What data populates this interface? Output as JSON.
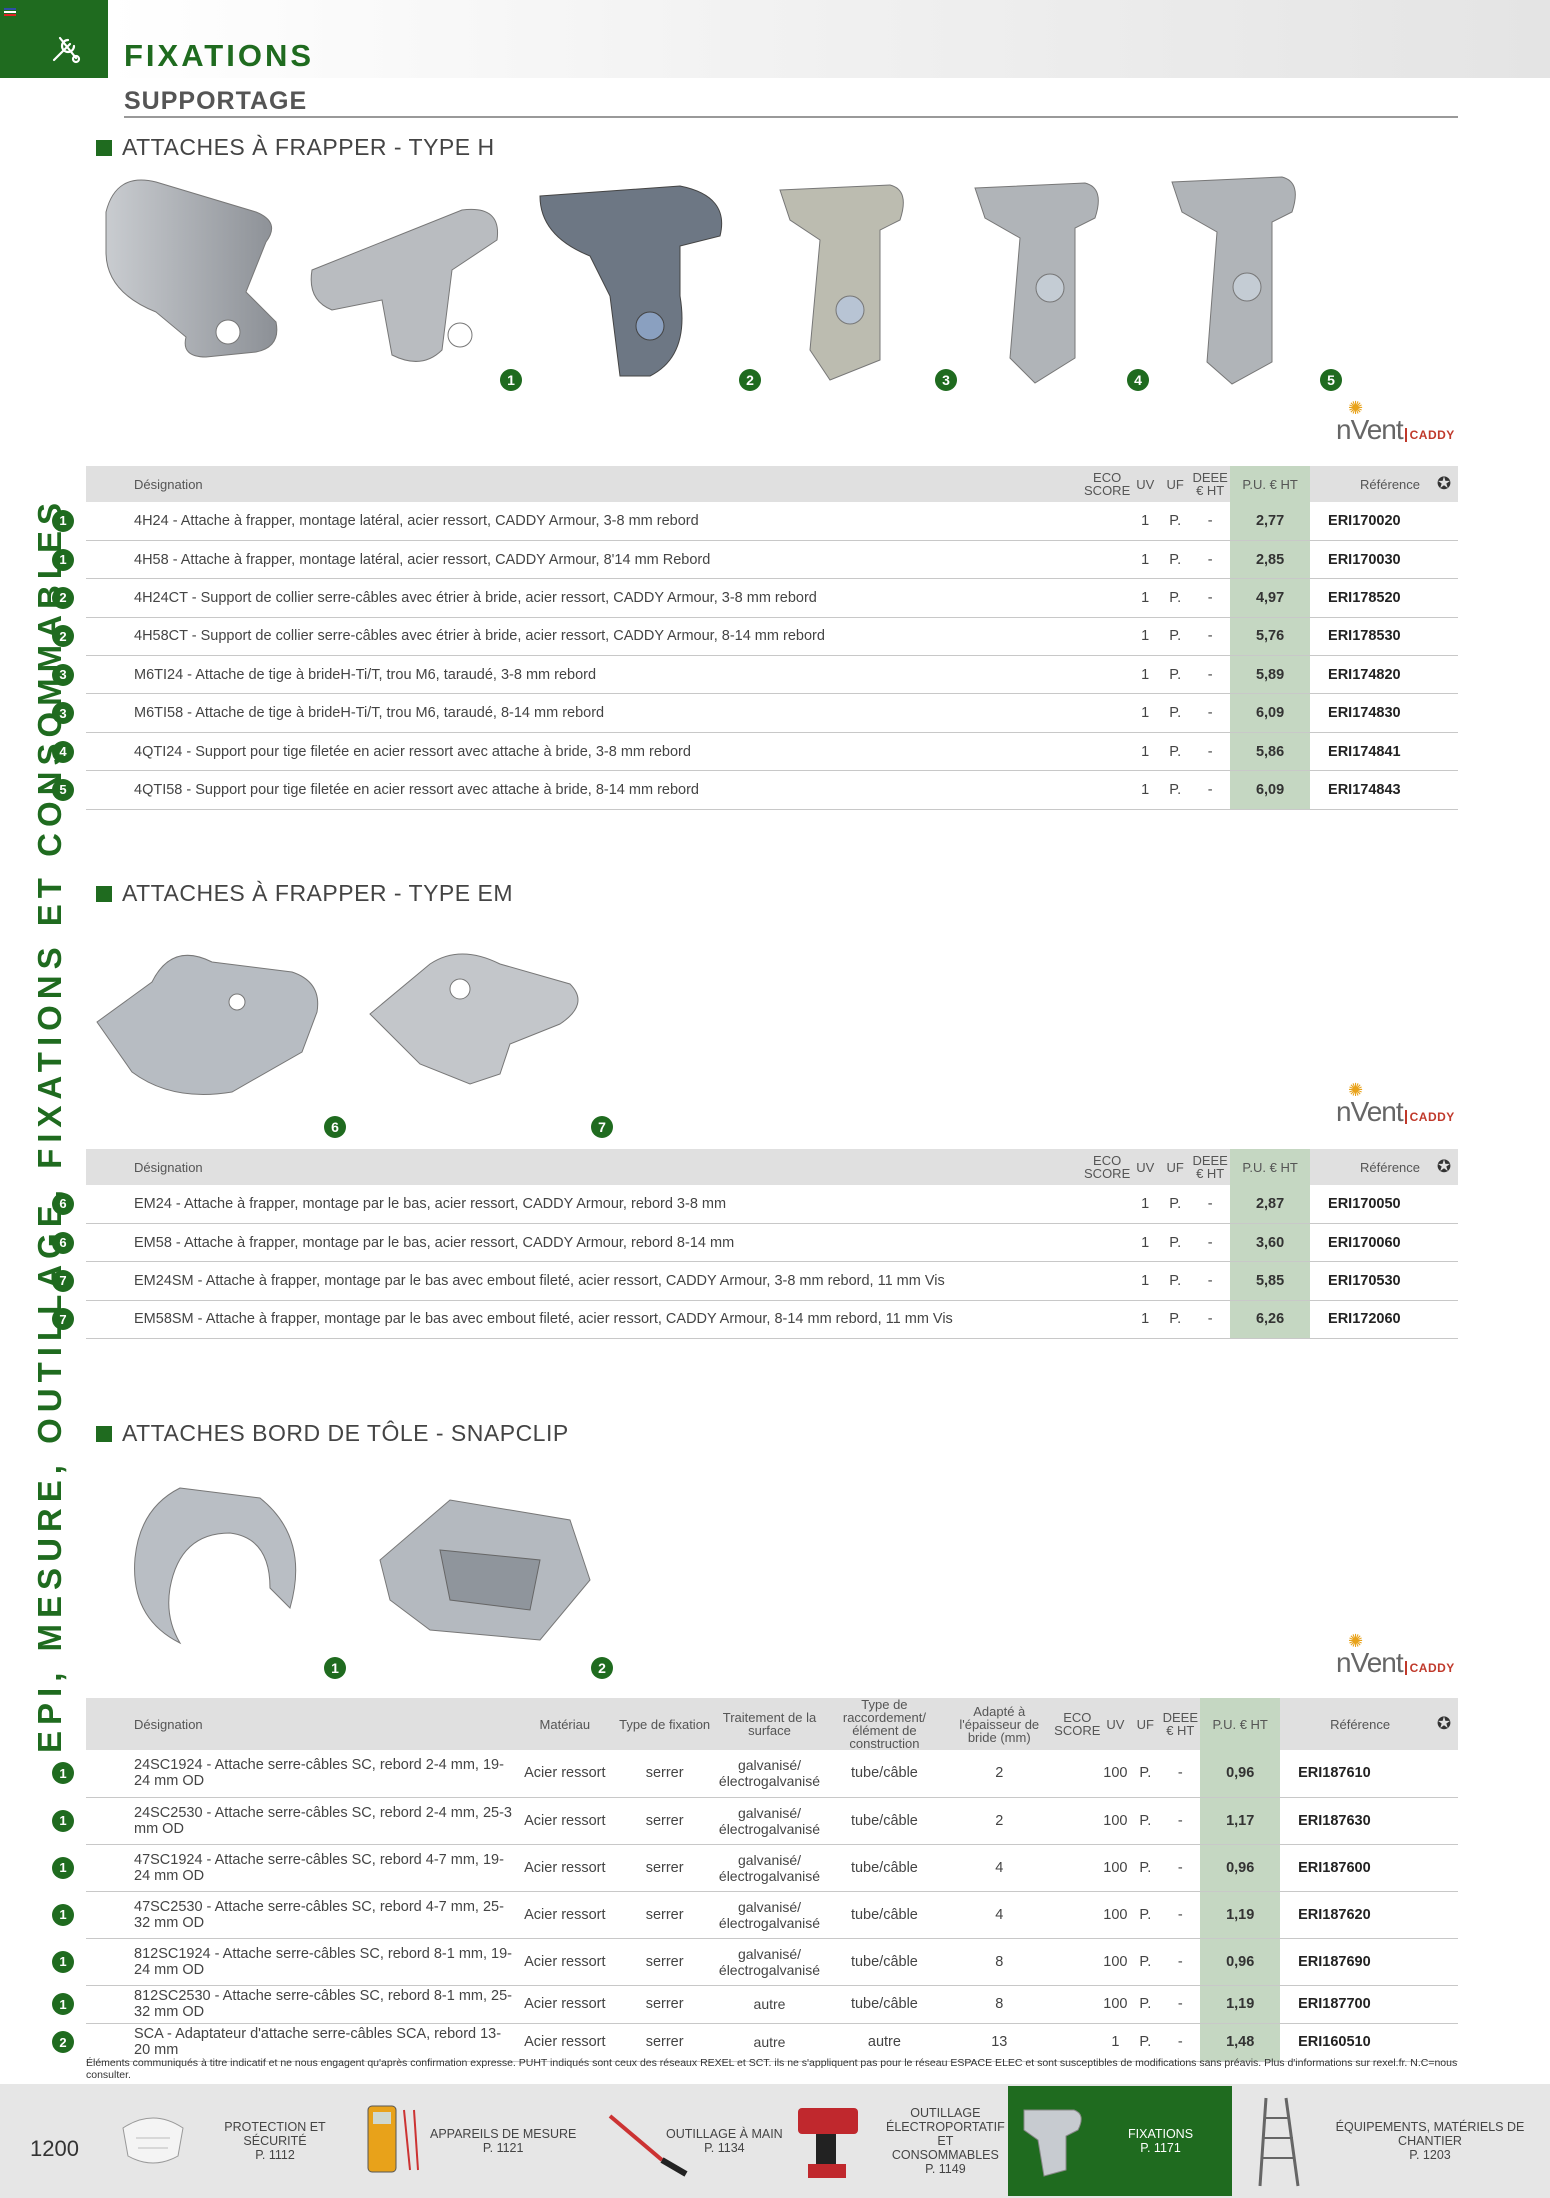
{
  "header": {
    "title": "FIXATIONS",
    "subtitle": "SUPPORTAGE",
    "side_text": "EPI, MESURE, OUTILLAGE, FIXATIONS ET CONSOMMABLES"
  },
  "colors": {
    "brand_green": "#1f6b1f",
    "price_bg": "#c5d7c2",
    "header_bg": "#e0e0e0"
  },
  "brand": {
    "name": "nVent",
    "sub": "CADDY"
  },
  "table_headers": {
    "designation": "Désignation",
    "eco_score": "ECO SCORE",
    "uv": "UV",
    "uf": "UF",
    "deee": "DEEE € HT",
    "pu": "P.U. € HT",
    "reference": "Référence",
    "materiau": "Matériau",
    "type_fixation": "Type de fixation",
    "traitement": "Traitement de la surface",
    "raccordement": "Type de raccordement/ élément de construction",
    "epaisseur": "Adapté à l'épaisseur de bride (mm)"
  },
  "section1": {
    "title": "ATTACHES À FRAPPER - TYPE H",
    "image_numbers": [
      "1",
      "2",
      "3",
      "4",
      "5"
    ],
    "rows": [
      {
        "num": "1",
        "designation": "4H24 - Attache à frapper, montage latéral, acier ressort, CADDY Armour, 3-8 mm rebord",
        "uv": "1",
        "uf": "P.",
        "deee": "-",
        "price": "2,77",
        "ref": "ERI170020"
      },
      {
        "num": "1",
        "designation": "4H58 - Attache à frapper, montage latéral, acier ressort, CADDY Armour, 8'14 mm Rebord",
        "uv": "1",
        "uf": "P.",
        "deee": "-",
        "price": "2,85",
        "ref": "ERI170030"
      },
      {
        "num": "2",
        "designation": "4H24CT - Support de collier serre-câbles avec étrier à bride, acier ressort, CADDY Armour, 3-8 mm rebord",
        "uv": "1",
        "uf": "P.",
        "deee": "-",
        "price": "4,97",
        "ref": "ERI178520"
      },
      {
        "num": "2",
        "designation": "4H58CT - Support de collier serre-câbles avec étrier à bride, acier ressort, CADDY Armour, 8-14 mm rebord",
        "uv": "1",
        "uf": "P.",
        "deee": "-",
        "price": "5,76",
        "ref": "ERI178530"
      },
      {
        "num": "3",
        "designation": "M6TI24 - Attache de tige à brideH-Ti/T, trou M6, taraudé, 3-8 mm rebord",
        "uv": "1",
        "uf": "P.",
        "deee": "-",
        "price": "5,89",
        "ref": "ERI174820"
      },
      {
        "num": "3",
        "designation": "M6TI58 - Attache de tige à brideH-Ti/T, trou M6, taraudé, 8-14 mm rebord",
        "uv": "1",
        "uf": "P.",
        "deee": "-",
        "price": "6,09",
        "ref": "ERI174830"
      },
      {
        "num": "4",
        "designation": "4QTI24 - Support pour tige filetée en acier ressort avec attache à bride, 3-8 mm rebord",
        "uv": "1",
        "uf": "P.",
        "deee": "-",
        "price": "5,86",
        "ref": "ERI174841"
      },
      {
        "num": "5",
        "designation": "4QTI58 - Support pour tige filetée en acier ressort avec attache à bride, 8-14 mm rebord",
        "uv": "1",
        "uf": "P.",
        "deee": "-",
        "price": "6,09",
        "ref": "ERI174843"
      }
    ]
  },
  "section2": {
    "title": "ATTACHES À FRAPPER - TYPE EM",
    "image_numbers": [
      "6",
      "7"
    ],
    "rows": [
      {
        "num": "6",
        "designation": "EM24 - Attache à frapper, montage par le bas, acier ressort, CADDY Armour, rebord 3-8 mm",
        "uv": "1",
        "uf": "P.",
        "deee": "-",
        "price": "2,87",
        "ref": "ERI170050"
      },
      {
        "num": "6",
        "designation": "EM58 - Attache à frapper, montage par le bas, acier ressort, CADDY Armour, rebord 8-14 mm",
        "uv": "1",
        "uf": "P.",
        "deee": "-",
        "price": "3,60",
        "ref": "ERI170060"
      },
      {
        "num": "7",
        "designation": "EM24SM - Attache à frapper, montage par le bas avec embout fileté, acier ressort, CADDY Armour, 3-8 mm rebord, 11 mm Vis",
        "uv": "1",
        "uf": "P.",
        "deee": "-",
        "price": "5,85",
        "ref": "ERI170530"
      },
      {
        "num": "7",
        "designation": "EM58SM - Attache à frapper, montage par le bas avec embout fileté, acier ressort, CADDY Armour, 8-14 mm rebord, 11 mm Vis",
        "uv": "1",
        "uf": "P.",
        "deee": "-",
        "price": "6,26",
        "ref": "ERI172060"
      }
    ]
  },
  "section3": {
    "title": "ATTACHES BORD DE TÔLE - SNAPCLIP",
    "image_numbers": [
      "1",
      "2"
    ],
    "rows": [
      {
        "num": "1",
        "designation": "24SC1924 - Attache serre-câbles SC, rebord 2-4 mm, 19-24 mm OD",
        "materiau": "Acier ressort",
        "fixation": "serrer",
        "traitement": "galvanisé/ électrogalvanisé",
        "raccordement": "tube/câble",
        "epaisseur": "2",
        "uv": "100",
        "uf": "P.",
        "deee": "-",
        "price": "0,96",
        "ref": "ERI187610"
      },
      {
        "num": "1",
        "designation": "24SC2530 - Attache serre-câbles SC, rebord 2-4 mm, 25-3 mm OD",
        "materiau": "Acier ressort",
        "fixation": "serrer",
        "traitement": "galvanisé/ électrogalvanisé",
        "raccordement": "tube/câble",
        "epaisseur": "2",
        "uv": "100",
        "uf": "P.",
        "deee": "-",
        "price": "1,17",
        "ref": "ERI187630"
      },
      {
        "num": "1",
        "designation": "47SC1924 - Attache serre-câbles SC, rebord 4-7 mm, 19-24 mm OD",
        "materiau": "Acier ressort",
        "fixation": "serrer",
        "traitement": "galvanisé/ électrogalvanisé",
        "raccordement": "tube/câble",
        "epaisseur": "4",
        "uv": "100",
        "uf": "P.",
        "deee": "-",
        "price": "0,96",
        "ref": "ERI187600"
      },
      {
        "num": "1",
        "designation": "47SC2530 - Attache serre-câbles SC, rebord 4-7 mm, 25-32 mm OD",
        "materiau": "Acier ressort",
        "fixation": "serrer",
        "traitement": "galvanisé/ électrogalvanisé",
        "raccordement": "tube/câble",
        "epaisseur": "4",
        "uv": "100",
        "uf": "P.",
        "deee": "-",
        "price": "1,19",
        "ref": "ERI187620"
      },
      {
        "num": "1",
        "designation": "812SC1924 - Attache serre-câbles SC, rebord 8-1 mm, 19-24 mm OD",
        "materiau": "Acier ressort",
        "fixation": "serrer",
        "traitement": "galvanisé/ électrogalvanisé",
        "raccordement": "tube/câble",
        "epaisseur": "8",
        "uv": "100",
        "uf": "P.",
        "deee": "-",
        "price": "0,96",
        "ref": "ERI187690"
      },
      {
        "num": "1",
        "designation": "812SC2530 - Attache serre-câbles SC, rebord 8-1 mm, 25-32 mm OD",
        "materiau": "Acier ressort",
        "fixation": "serrer",
        "traitement": "autre",
        "raccordement": "tube/câble",
        "epaisseur": "8",
        "uv": "100",
        "uf": "P.",
        "deee": "-",
        "price": "1,19",
        "ref": "ERI187700"
      },
      {
        "num": "2",
        "designation": "SCA - Adaptateur d'attache serre-câbles SCA, rebord 13-20 mm",
        "materiau": "Acier ressort",
        "fixation": "serrer",
        "traitement": "autre",
        "raccordement": "autre",
        "epaisseur": "13",
        "uv": "1",
        "uf": "P.",
        "deee": "-",
        "price": "1,48",
        "ref": "ERI160510"
      }
    ]
  },
  "disclaimer": "Éléments communiqués à titre indicatif et ne nous engagent qu'après confirmation expresse. PUHT indiqués sont ceux des réseaux REXEL et SCT. ils ne s'appliquent pas pour le réseau ESPACE ELEC et sont susceptibles de modifications sans préavis. Plus d'informations sur rexel.fr. N.C=nous consulter.",
  "footer": {
    "page_number": "1200",
    "items": [
      {
        "label": "PROTECTION ET SÉCURITÉ",
        "page": "P. 1112",
        "icon": "mask-icon"
      },
      {
        "label": "APPAREILS DE MESURE",
        "page": "P. 1121",
        "icon": "multimeter-icon"
      },
      {
        "label": "OUTILLAGE À MAIN",
        "page": "P. 1134",
        "icon": "screwdriver-icon"
      },
      {
        "label": "OUTILLAGE ÉLECTROPORTATIF ET CONSOMMABLES",
        "page": "P. 1149",
        "icon": "drill-icon"
      },
      {
        "label": "FIXATIONS",
        "page": "P. 1171",
        "icon": "clip-icon"
      },
      {
        "label": "ÉQUIPEMENTS, MATÉRIELS DE CHANTIER",
        "page": "P. 1203",
        "icon": "ladder-icon"
      }
    ]
  }
}
